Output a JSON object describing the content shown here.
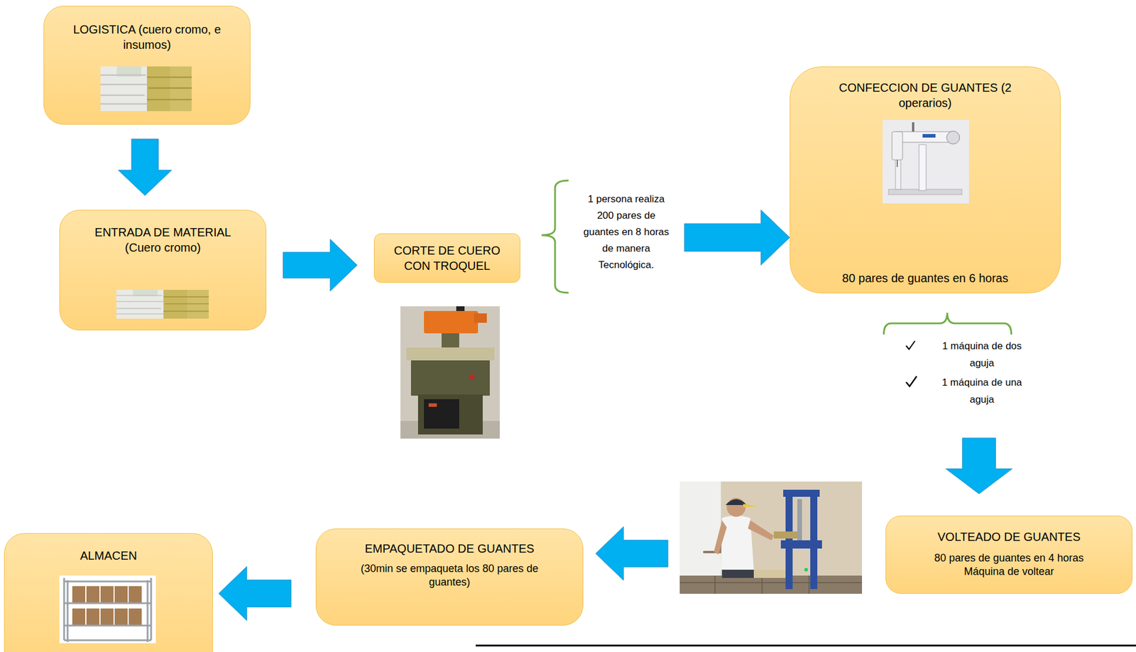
{
  "diagram": {
    "nodes": [
      {
        "text": [
          "LOGISTICA (cuero cromo, e insumos)"
        ]
      },
      {
        "text": [
          "ENTRADA DE MATERIAL (Cuero cromo)"
        ]
      },
      {
        "text": [
          "CORTE DE CUERO CON TROQUEL"
        ]
      },
      {
        "text": [
          "CONFECCION DE GUANTES (2 operarios)",
          "80 pares de guantes en 6 horas"
        ]
      },
      {
        "text": [
          "VOLTEADO DE GUANTES",
          "80 pares de guantes en 4 horas Máquina de voltear"
        ]
      },
      {
        "text": [
          "EMPAQUETADO DE GUANTES",
          "(30min se empaqueta los 80 pares de guantes)"
        ]
      },
      {
        "text": [
          "ALMACEN"
        ]
      }
    ],
    "edges": [
      {
        "from": 0,
        "to": 1,
        "arrow": "to"
      },
      {
        "from": 1,
        "to": 2,
        "arrow": "to"
      },
      {
        "from": 2,
        "to": 3,
        "arrow": "to"
      },
      {
        "from": 3,
        "to": 4,
        "arrow": "to"
      },
      {
        "from": 4,
        "to": 5,
        "arrow": "to"
      },
      {
        "from": 5,
        "to": 6,
        "arrow": "to"
      }
    ],
    "labels": [
      "1 persona realiza 200 pares de guantes en 8 horas de manera Tecnológica.",
      "1 máquina de dos aguja",
      "1 máquina de una aguja"
    ]
  }
}
